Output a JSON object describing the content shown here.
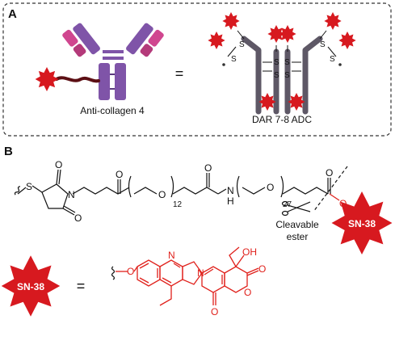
{
  "panel_a": {
    "label": "A",
    "antibody_caption": "Anti-collagen 4",
    "equals": "=",
    "adc_caption": "DAR 7-8 ADC",
    "s_atoms": [
      "S",
      "S",
      "S",
      "S",
      "S",
      "S",
      "S",
      "S"
    ]
  },
  "panel_b": {
    "label": "B",
    "atoms": {
      "S": "S",
      "N_imide": "N",
      "O_top": "O",
      "O_bottom": "O",
      "O_keto": "O",
      "O_peg1": "O",
      "sub_12": "12",
      "O_amide": "O",
      "N_amide": "N",
      "H_amide": "H",
      "O_peg2": "O",
      "sub_27": "27",
      "O_ester_carbonyl": "O",
      "O_ester": "O"
    },
    "cleavable_line1": "Cleavable",
    "cleavable_line2": "ester",
    "payload_badge": "SN-38"
  },
  "legend": {
    "badge": "SN-38",
    "equals": "=",
    "atoms": {
      "O_link": "O",
      "N_ring": "N",
      "N_lactam": "N",
      "OH": "OH",
      "O_lactone_carbonyl": "O",
      "O_lactone": "O",
      "O_lactam": "O"
    }
  },
  "colors": {
    "star_red": "#d7191f",
    "payload_red": "#e0201b",
    "heavy_chain_purple": "#7f54a8",
    "light_chain_pink": "#d0468f",
    "linker_dark_red": "#5c0f14",
    "adc_grey": "#5e5866"
  }
}
